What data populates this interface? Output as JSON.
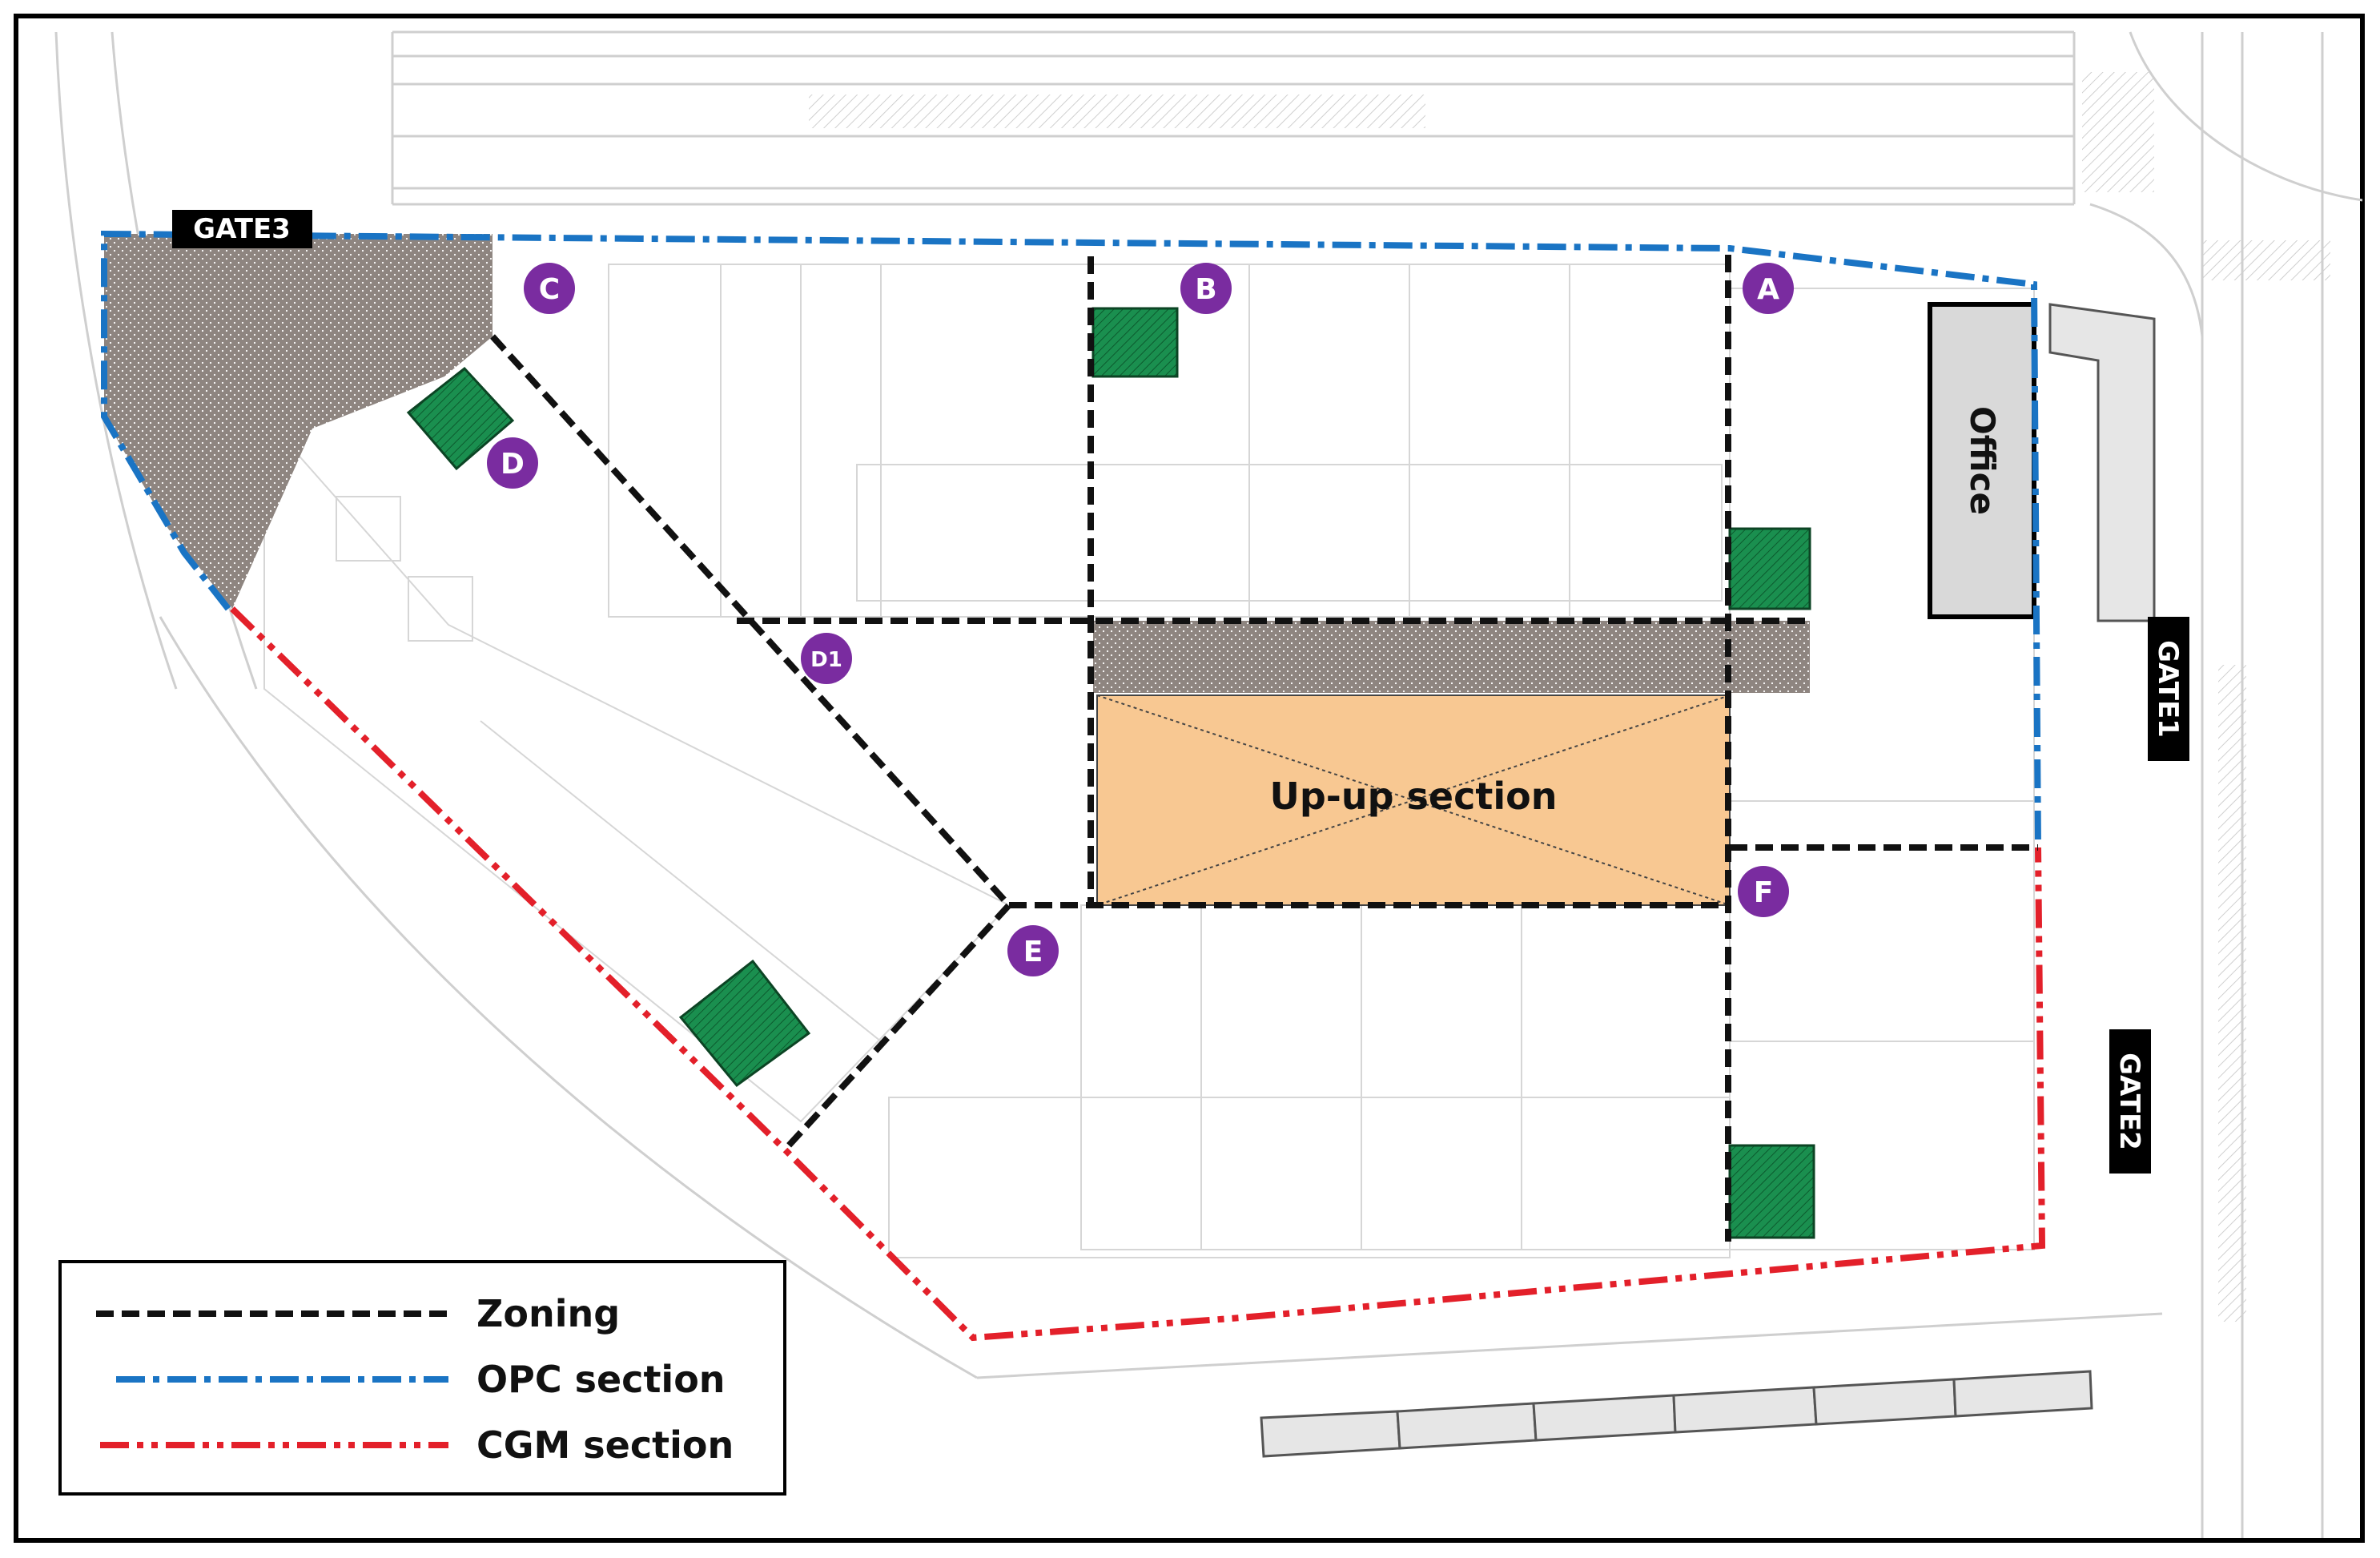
{
  "colors": {
    "zoning": "#111111",
    "opc": "#1a74c4",
    "cgm": "#e3202a",
    "marker": "#7a2ca0",
    "stair": "#1a8f4f",
    "upup_fill": "#f8c892",
    "hatch": "#8e8580",
    "office_fill": "#d9d9d9",
    "plan_line": "#cfcfcf"
  },
  "title_blocks": {
    "upup": "Up-up section",
    "office": "Office"
  },
  "gates": {
    "gate1": "GATE1",
    "gate2": "GATE2",
    "gate3": "GATE3"
  },
  "markers": {
    "a": "A",
    "b": "B",
    "c": "C",
    "d": "D",
    "d1": "D1",
    "e": "E",
    "f": "F"
  },
  "legend": {
    "items": [
      {
        "label": "Zoning",
        "style": "zoning"
      },
      {
        "label": "OPC section",
        "style": "opc"
      },
      {
        "label": "CGM section",
        "style": "cgm"
      }
    ]
  }
}
